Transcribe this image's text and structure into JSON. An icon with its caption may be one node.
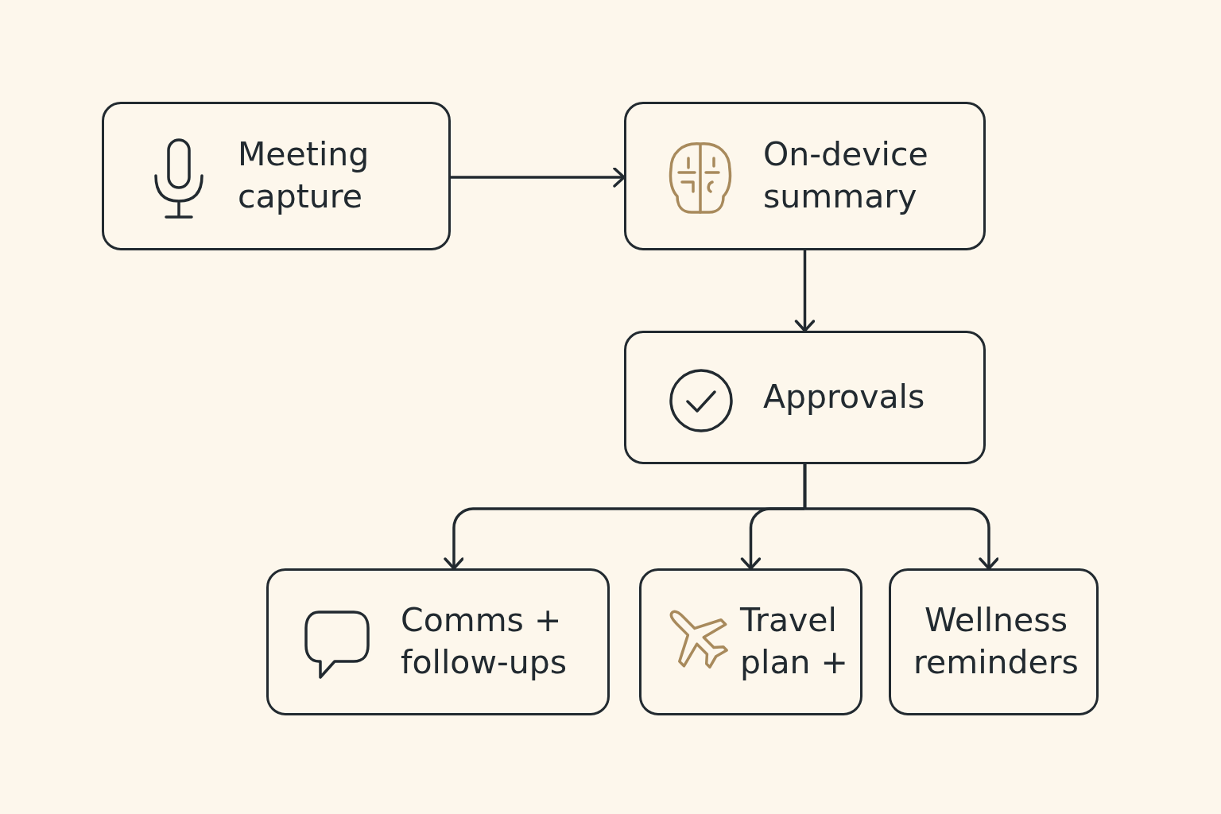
{
  "diagram": {
    "nodes": [
      {
        "text": [
          "Meeting capture"
        ]
      },
      {
        "text": [
          "On-device summary"
        ]
      },
      {
        "text": [
          "Approvals"
        ]
      },
      {
        "text": [
          "Comms + follow-ups"
        ]
      },
      {
        "text": [
          "Travel plan +"
        ]
      },
      {
        "text": [
          "Wellness reminders"
        ]
      }
    ],
    "edges": [
      {
        "from": 0,
        "to": 1,
        "arrow": "to"
      },
      {
        "from": 1,
        "to": 2,
        "arrow": "to"
      },
      {
        "from": 2,
        "to": 3,
        "arrow": "to"
      },
      {
        "from": 2,
        "to": 4,
        "arrow": "to"
      },
      {
        "from": 2,
        "to": 5,
        "arrow": "to"
      }
    ]
  }
}
